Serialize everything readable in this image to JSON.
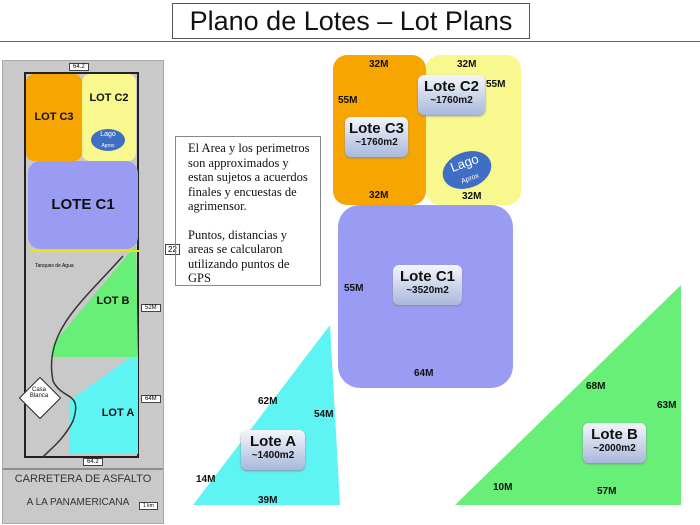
{
  "title": "Plano de Lotes – Lot Plans",
  "colors": {
    "c3": "#f7a500",
    "c2": "#f9f88e",
    "c1": "#9a9cf3",
    "lot_a": "#5ff4f4",
    "lot_b": "#67ef78",
    "lago": "#3f6fc4"
  },
  "note": {
    "p1": "El Area y los perimetros son approximados y estan sujetos a acuerdos finales y encuestas de agrimensor.",
    "p2": "Puntos, distancias y areas se calcularon utilizando puntos de GPS"
  },
  "map": {
    "top_dim": "64.2",
    "side_dim": "22",
    "c3": "LOT C3",
    "c2": "LOT C2",
    "c1": "LOTE C1",
    "b": "LOT B",
    "a": "LOT A",
    "lago": "Lago",
    "aprox": "Aprox",
    "tanques": "Tanques de Agua",
    "casa": "Casa Blanca",
    "dim_b": "52M",
    "dim_a": "64M",
    "bottom_dim": "64.2",
    "road": "CARRETERA DE ASFALTO",
    "dest": "A LA PANAMERICANA",
    "scale": "1 km"
  },
  "lots": {
    "c3": {
      "name": "Lote C3",
      "area": "~1760m2",
      "top": "32M",
      "side": "55M",
      "bottom": "32M"
    },
    "c2": {
      "name": "Lote C2",
      "area": "~1760m2",
      "top": "32M",
      "side": "55M",
      "bottom": "32M",
      "lago": "Lago",
      "aprox": "Aprox"
    },
    "c1": {
      "name": "Lote C1",
      "area": "~3520m2",
      "side": "55M",
      "bottom": "64M"
    },
    "a": {
      "name": "Lote A",
      "area": "~1400m2",
      "d1": "62M",
      "d2": "54M",
      "d3": "14M",
      "d4": "39M"
    },
    "b": {
      "name": "Lote B",
      "area": "~2000m2",
      "d1": "68M",
      "d2": "63M",
      "d3": "10M",
      "d4": "57M"
    }
  }
}
